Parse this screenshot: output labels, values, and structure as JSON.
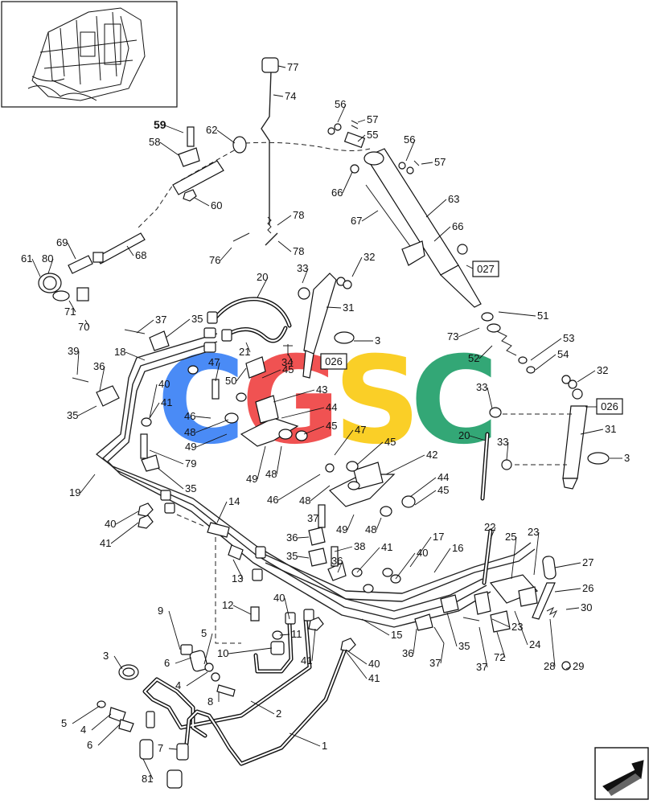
{
  "watermark": {
    "letters": [
      "C",
      "G",
      "S",
      "C"
    ],
    "colors": [
      "#3b82f6",
      "#ef4444",
      "#facc15",
      "#22a06b"
    ]
  },
  "ref_boxes": [
    "027",
    "026",
    "026"
  ],
  "callouts": [
    {
      "id": "c-77",
      "text": "77"
    },
    {
      "id": "c-74",
      "text": "74"
    },
    {
      "id": "c-56a",
      "text": "56"
    },
    {
      "id": "c-57a",
      "text": "57"
    },
    {
      "id": "c-55",
      "text": "55"
    },
    {
      "id": "c-56b",
      "text": "56"
    },
    {
      "id": "c-57b",
      "text": "57"
    },
    {
      "id": "c-59",
      "text": "59"
    },
    {
      "id": "c-62",
      "text": "62"
    },
    {
      "id": "c-58",
      "text": "58"
    },
    {
      "id": "c-60",
      "text": "60"
    },
    {
      "id": "c-66a",
      "text": "66"
    },
    {
      "id": "c-63",
      "text": "63"
    },
    {
      "id": "c-67",
      "text": "67"
    },
    {
      "id": "c-66b",
      "text": "66"
    },
    {
      "id": "c-78a",
      "text": "78"
    },
    {
      "id": "c-78b",
      "text": "78"
    },
    {
      "id": "c-76",
      "text": "76"
    },
    {
      "id": "c-69",
      "text": "69"
    },
    {
      "id": "c-61",
      "text": "61"
    },
    {
      "id": "c-80",
      "text": "80"
    },
    {
      "id": "c-68",
      "text": "68"
    },
    {
      "id": "c-71",
      "text": "71"
    },
    {
      "id": "c-70",
      "text": "70"
    },
    {
      "id": "c-20a",
      "text": "20"
    },
    {
      "id": "c-33a",
      "text": "33"
    },
    {
      "id": "c-32a",
      "text": "32"
    },
    {
      "id": "c-31a",
      "text": "31"
    },
    {
      "id": "c-37a",
      "text": "37"
    },
    {
      "id": "c-35a",
      "text": "35"
    },
    {
      "id": "c-21",
      "text": "21"
    },
    {
      "id": "c-3a",
      "text": "3"
    },
    {
      "id": "c-73",
      "text": "73"
    },
    {
      "id": "c-51",
      "text": "51"
    },
    {
      "id": "c-53",
      "text": "53"
    },
    {
      "id": "c-54",
      "text": "54"
    },
    {
      "id": "c-52",
      "text": "52"
    },
    {
      "id": "c-18",
      "text": "18"
    },
    {
      "id": "c-39",
      "text": "39"
    },
    {
      "id": "c-36a",
      "text": "36"
    },
    {
      "id": "c-47a",
      "text": "47"
    },
    {
      "id": "c-34",
      "text": "34"
    },
    {
      "id": "c-50",
      "text": "50"
    },
    {
      "id": "c-40a",
      "text": "40"
    },
    {
      "id": "c-45a",
      "text": "45"
    },
    {
      "id": "c-43",
      "text": "43"
    },
    {
      "id": "c-41a",
      "text": "41"
    },
    {
      "id": "c-44a",
      "text": "44"
    },
    {
      "id": "c-35b",
      "text": "35"
    },
    {
      "id": "c-46a",
      "text": "46"
    },
    {
      "id": "c-48a",
      "text": "48"
    },
    {
      "id": "c-45b",
      "text": "45"
    },
    {
      "id": "c-47b",
      "text": "47"
    },
    {
      "id": "c-49a",
      "text": "49"
    },
    {
      "id": "c-79",
      "text": "79"
    },
    {
      "id": "c-49b",
      "text": "49"
    },
    {
      "id": "c-48b",
      "text": "48"
    },
    {
      "id": "c-45c",
      "text": "45"
    },
    {
      "id": "c-32b",
      "text": "32"
    },
    {
      "id": "c-33b",
      "text": "33"
    },
    {
      "id": "c-31b",
      "text": "31"
    },
    {
      "id": "c-20b",
      "text": "20"
    },
    {
      "id": "c-33c",
      "text": "33"
    },
    {
      "id": "c-3b",
      "text": "3"
    },
    {
      "id": "c-19",
      "text": "19"
    },
    {
      "id": "c-35c",
      "text": "35"
    },
    {
      "id": "c-42",
      "text": "42"
    },
    {
      "id": "c-46b",
      "text": "46"
    },
    {
      "id": "c-44b",
      "text": "44"
    },
    {
      "id": "c-45d",
      "text": "45"
    },
    {
      "id": "c-48c",
      "text": "48"
    },
    {
      "id": "c-37b",
      "text": "37"
    },
    {
      "id": "c-49c",
      "text": "49"
    },
    {
      "id": "c-48d",
      "text": "48"
    },
    {
      "id": "c-40b",
      "text": "40"
    },
    {
      "id": "c-41b",
      "text": "41"
    },
    {
      "id": "c-14",
      "text": "14"
    },
    {
      "id": "c-36b",
      "text": "36"
    },
    {
      "id": "c-38",
      "text": "38"
    },
    {
      "id": "c-22",
      "text": "22"
    },
    {
      "id": "c-17",
      "text": "17"
    },
    {
      "id": "c-16",
      "text": "16"
    },
    {
      "id": "c-25",
      "text": "25"
    },
    {
      "id": "c-23a",
      "text": "23"
    },
    {
      "id": "c-27",
      "text": "27"
    },
    {
      "id": "c-35d",
      "text": "35"
    },
    {
      "id": "c-36c",
      "text": "36"
    },
    {
      "id": "c-41c",
      "text": "41"
    },
    {
      "id": "c-40c",
      "text": "40"
    },
    {
      "id": "c-13",
      "text": "13"
    },
    {
      "id": "c-26",
      "text": "26"
    },
    {
      "id": "c-30",
      "text": "30"
    },
    {
      "id": "c-9",
      "text": "9"
    },
    {
      "id": "c-40d",
      "text": "40"
    },
    {
      "id": "c-12",
      "text": "12"
    },
    {
      "id": "c-11",
      "text": "11"
    },
    {
      "id": "c-15",
      "text": "15"
    },
    {
      "id": "c-23b",
      "text": "23"
    },
    {
      "id": "c-24",
      "text": "24"
    },
    {
      "id": "c-5a",
      "text": "5"
    },
    {
      "id": "c-10",
      "text": "10"
    },
    {
      "id": "c-41d",
      "text": "41"
    },
    {
      "id": "c-40e",
      "text": "40"
    },
    {
      "id": "c-41e",
      "text": "41"
    },
    {
      "id": "c-36d",
      "text": "36"
    },
    {
      "id": "c-37c",
      "text": "37"
    },
    {
      "id": "c-35e",
      "text": "35"
    },
    {
      "id": "c-37d",
      "text": "37"
    },
    {
      "id": "c-72",
      "text": "72"
    },
    {
      "id": "c-28",
      "text": "28"
    },
    {
      "id": "c-29",
      "text": "29"
    },
    {
      "id": "c-3c",
      "text": "3"
    },
    {
      "id": "c-6a",
      "text": "6"
    },
    {
      "id": "c-4a",
      "text": "4"
    },
    {
      "id": "c-8",
      "text": "8"
    },
    {
      "id": "c-2",
      "text": "2"
    },
    {
      "id": "c-5b",
      "text": "5"
    },
    {
      "id": "c-4b",
      "text": "4"
    },
    {
      "id": "c-6b",
      "text": "6"
    },
    {
      "id": "c-7",
      "text": "7"
    },
    {
      "id": "c-1",
      "text": "1"
    },
    {
      "id": "c-81",
      "text": "81"
    }
  ]
}
